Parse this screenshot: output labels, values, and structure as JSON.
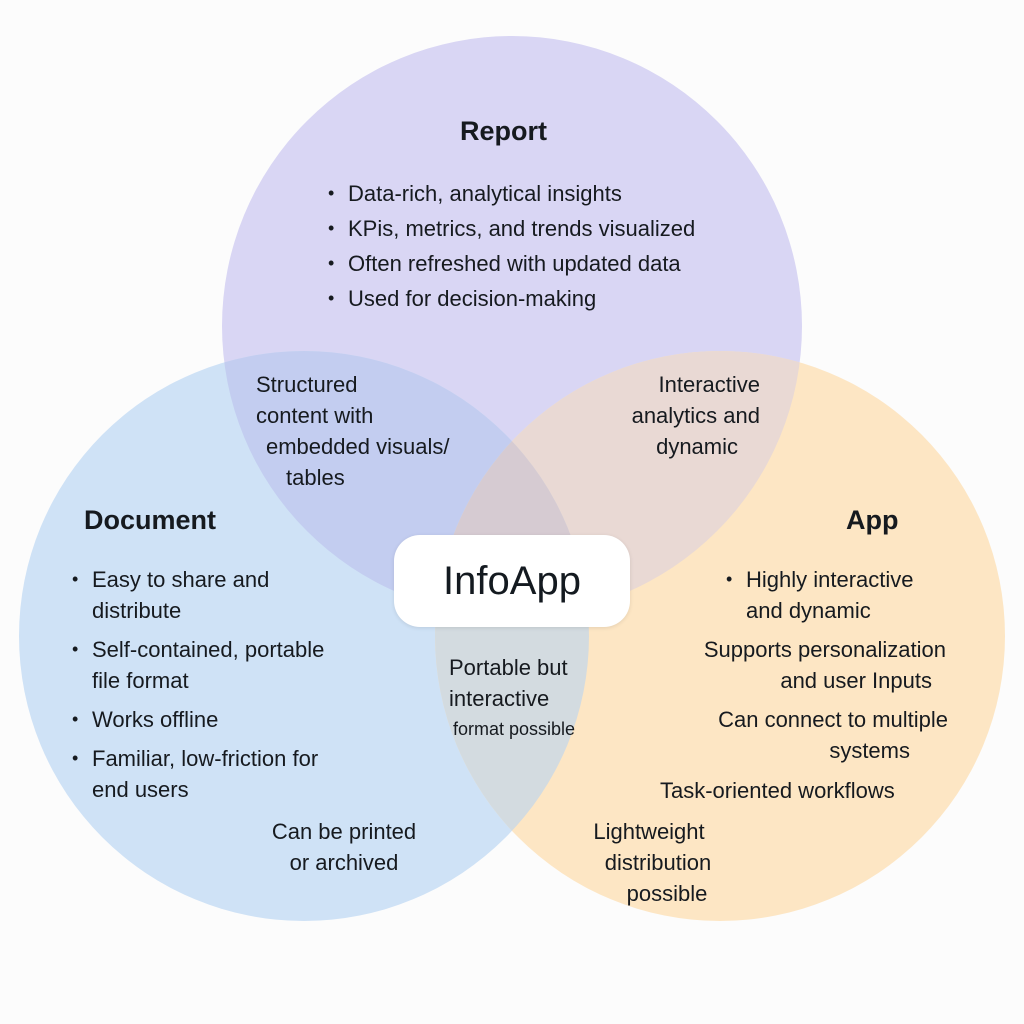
{
  "colors": {
    "background": "#fcfcfc",
    "report": "#d9d6f4",
    "document": "#cfe2f6",
    "app": "#fde6c4",
    "report_document": "#c3cdf0",
    "report_app": "#e9d9d4",
    "document_app": "#d3dbe0",
    "center": "#d6cbd2"
  },
  "report": {
    "title": "Report",
    "items": [
      "Data-rich, analytical insights",
      "KPis, metrics, and trends visualized",
      "Often refreshed with updated data",
      "Used for decision-making"
    ]
  },
  "document": {
    "title": "Document",
    "items": [
      [
        "Easy to share and",
        "distribute"
      ],
      [
        "Self-contained, portable",
        "file format"
      ],
      [
        "Works offline"
      ],
      [
        "Familiar, low-friction for",
        "end users"
      ]
    ],
    "extra": [
      "Can be printed",
      "or archived"
    ]
  },
  "app": {
    "title": "App",
    "items": [
      [
        "Highly interactive",
        "and dynamic"
      ]
    ],
    "plain": [
      [
        "Supports personalization",
        "and user Inputs"
      ],
      [
        "Can connect to multiple",
        "systems"
      ],
      [
        "Task-oriented workflows"
      ]
    ],
    "extra": [
      "Lightweight",
      "distribution",
      "possible"
    ]
  },
  "overlaps": {
    "report_document": [
      "Structured",
      "content with",
      "embedded visuals/",
      "tables"
    ],
    "report_app": [
      "Interactive",
      "analytics and",
      "dynamic"
    ],
    "document_app": [
      "Portable but",
      "interactive",
      "format possible"
    ]
  },
  "center": {
    "label": "InfoApp"
  }
}
